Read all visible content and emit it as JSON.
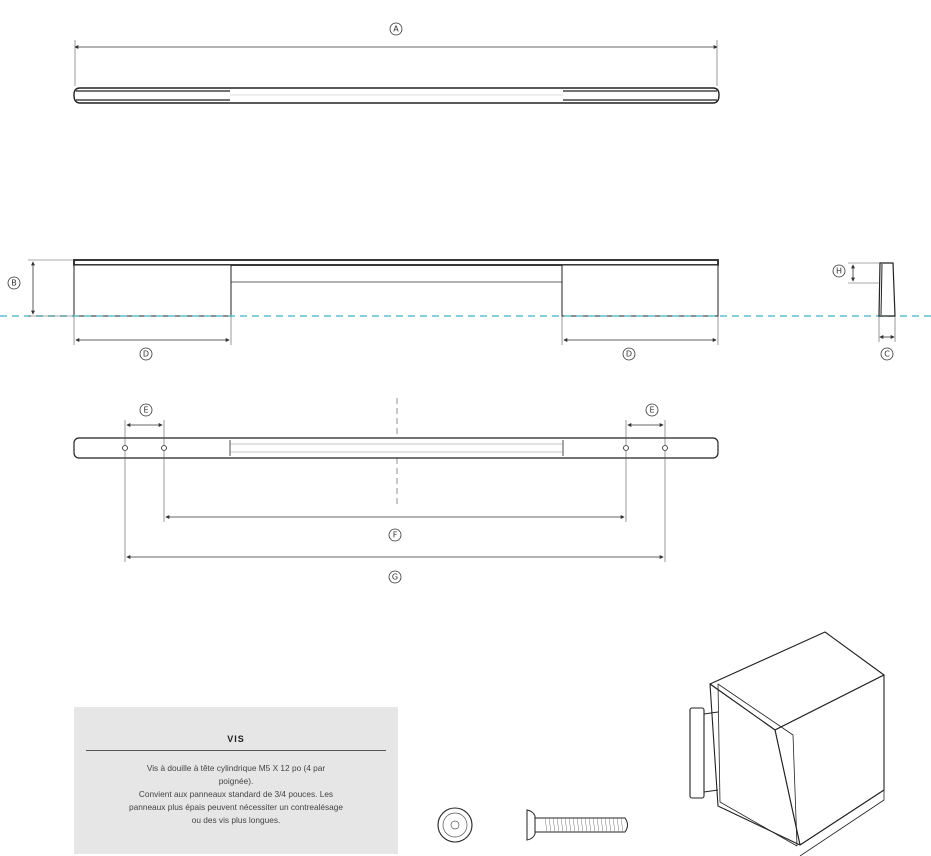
{
  "labels": {
    "A": "A",
    "B": "B",
    "C": "C",
    "D": "D",
    "E": "E",
    "F": "F",
    "G": "G",
    "H": "H"
  },
  "screw_panel": {
    "title": "VIS",
    "lines": [
      "Vis à douille à tête cylindrique M5 X 12 po (4 par",
      "poignée).",
      "Convient aux panneaux standard de 3/4 pouces. Les",
      "panneaux plus épais peuvent nécessiter un contrealésage",
      "ou des vis plus longues."
    ]
  },
  "colors": {
    "line": "#222222",
    "centerline": "#5bbfd0",
    "panel_bg": "#e6e6e6"
  }
}
